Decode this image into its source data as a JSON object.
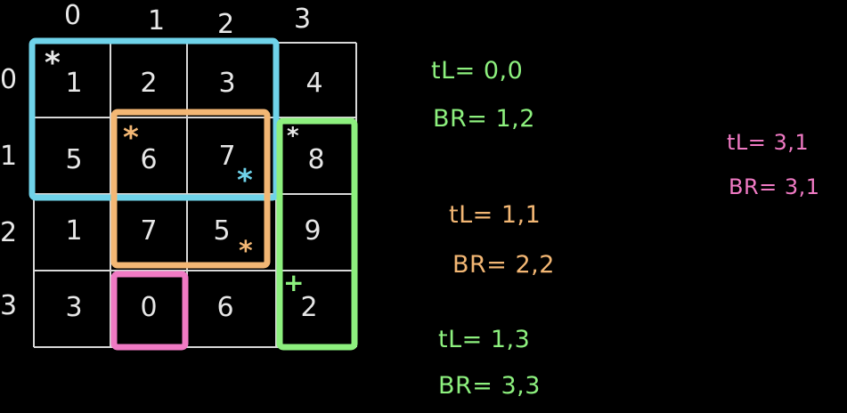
{
  "col_indices": [
    "0",
    "1",
    "2",
    "3"
  ],
  "row_indices": [
    "0",
    "1",
    "2",
    "3"
  ],
  "matrix": [
    [
      "1",
      "2",
      "3",
      "4"
    ],
    [
      "5",
      "6",
      "7",
      "8"
    ],
    [
      "1",
      "7",
      "5",
      "9"
    ],
    [
      "3",
      "0",
      "6",
      "2"
    ]
  ],
  "colors": {
    "grid": "#d8d8d8",
    "blue": "#6fd3ea",
    "orange": "#f3b774",
    "green": "#8df07e",
    "pink": "#f07ac4",
    "text": "#e6e6e6"
  },
  "annotations": {
    "blue": {
      "tl": "tL= 0,0",
      "br": "BR= 1,2"
    },
    "orange": {
      "tl": "tL= 1,1",
      "br": "BR= 2,2"
    },
    "green": {
      "tl": "tL= 1,3",
      "br": "BR= 3,3"
    },
    "pink": {
      "tl": "tL= 3,1",
      "br": "BR= 3,1"
    }
  },
  "markers": {
    "star": "*",
    "plus": "+"
  }
}
